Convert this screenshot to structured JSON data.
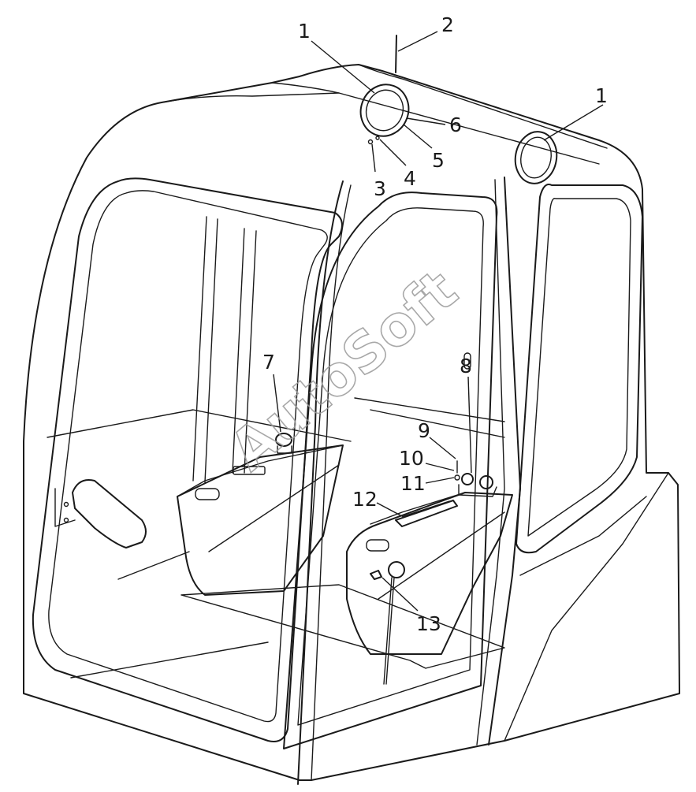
{
  "watermark": "AutoSoft",
  "callouts": [
    {
      "id": "c1a",
      "label": "1"
    },
    {
      "id": "c1b",
      "label": "1"
    },
    {
      "id": "c2",
      "label": "2"
    },
    {
      "id": "c3",
      "label": "3"
    },
    {
      "id": "c4",
      "label": "4"
    },
    {
      "id": "c5",
      "label": "5"
    },
    {
      "id": "c6",
      "label": "6"
    },
    {
      "id": "c7",
      "label": "7"
    },
    {
      "id": "c8",
      "label": "8"
    },
    {
      "id": "c9",
      "label": "9"
    },
    {
      "id": "c10",
      "label": "10"
    },
    {
      "id": "c11",
      "label": "11"
    },
    {
      "id": "c12",
      "label": "12"
    },
    {
      "id": "c13",
      "label": "13"
    }
  ],
  "colors": {
    "line": "#1a1a1a",
    "watermark": "#9a9a9a",
    "background": "#ffffff"
  }
}
